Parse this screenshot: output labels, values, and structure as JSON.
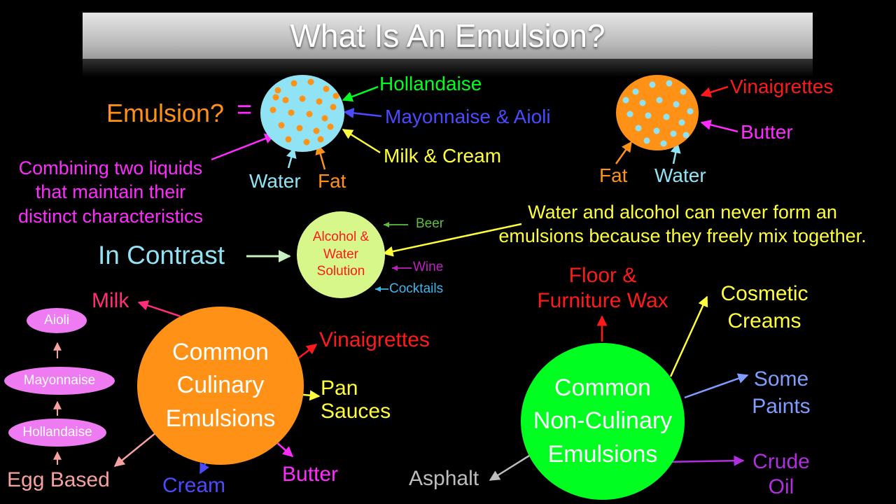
{
  "title": "What Is An Emulsion?",
  "colors": {
    "water": "#8fe3f5",
    "fat": "#ff9216",
    "green": "#00ff20",
    "magenta": "#ff2bff",
    "blue": "#4a4aff",
    "yellow": "#ffff3a",
    "red": "#ff1a1a",
    "pink": "#f7a0a0",
    "pale_green": "#d8f78a"
  },
  "emulsion": {
    "label": "Emulsion?",
    "equals": "=",
    "hollandaise": "Hollandaise",
    "mayonnaise": "Mayonnaise & Aioli",
    "milk_cream": "Milk & Cream",
    "water": "Water",
    "fat": "Fat",
    "definition": [
      "Combining two liquids",
      "that maintain their",
      "distinct characteristics"
    ]
  },
  "inverse_emulsion": {
    "vinaigrettes": "Vinaigrettes",
    "butter": "Butter",
    "fat": "Fat",
    "water": "Water"
  },
  "contrast": {
    "label": "In Contrast",
    "circle": [
      "Alcohol &",
      "Water",
      "Solution"
    ],
    "beer": "Beer",
    "wine": "Wine",
    "cocktails": "Cocktails",
    "note": [
      "Water and alcohol can never form an",
      "emulsions because they freely mix together."
    ]
  },
  "culinary": {
    "circle": [
      "Common",
      "Culinary",
      "Emulsions"
    ],
    "milk": "Milk",
    "vinaigrettes": "Vinaigrettes",
    "pan_sauces": [
      "Pan",
      "Sauces"
    ],
    "butter": "Butter",
    "cream": "Cream",
    "egg_based": "Egg Based",
    "egg_chain": [
      "Hollandaise",
      "Mayonnaise",
      "Aioli"
    ]
  },
  "non_culinary": {
    "circle": [
      "Common",
      "Non-Culinary",
      "Emulsions"
    ],
    "floor_wax": [
      "Floor &",
      "Furniture Wax"
    ],
    "cosmetic": [
      "Cosmetic",
      "Creams"
    ],
    "paints": [
      "Some",
      "Paints"
    ],
    "crude_oil": [
      "Crude",
      "Oil"
    ],
    "asphalt": "Asphalt"
  }
}
